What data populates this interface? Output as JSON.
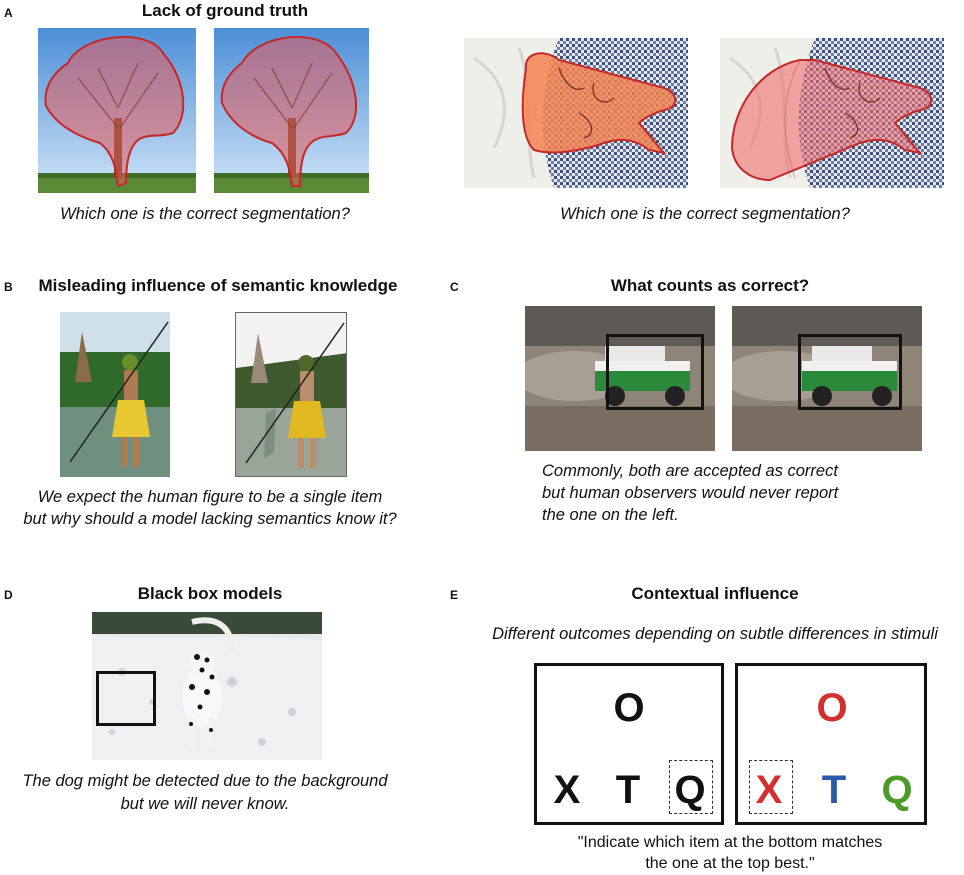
{
  "panel_a": {
    "letter": "A",
    "title": "Lack of ground truth",
    "caption_left": "Which one is the correct segmentation?",
    "caption_right": "Which one is the correct segmentation?"
  },
  "panel_b": {
    "letter": "B",
    "title": "Misleading influence of semantic knowledge",
    "caption_line1": "We expect the human figure to be a single item",
    "caption_line2": "but why should a model lacking semantics know it?"
  },
  "panel_c": {
    "letter": "C",
    "title": "What counts as correct?",
    "caption_line1": "Commonly, both are accepted as correct",
    "caption_line2": "but human observers would never report",
    "caption_line3": "the one on the left."
  },
  "panel_d": {
    "letter": "D",
    "title": "Black box models",
    "caption_line1": "The dog might be detected due to the background",
    "caption_line2": "but we will never know."
  },
  "panel_e": {
    "letter": "E",
    "title": "Contextual influence",
    "subtitle": "Different outcomes depending on subtle differences in stimuli",
    "left_box": {
      "top": "O",
      "bottom": [
        "X",
        "T",
        "Q"
      ]
    },
    "right_box": {
      "top": "O",
      "bottom": [
        "X",
        "T",
        "Q"
      ]
    },
    "quote_line1": "\"Indicate which item at the bottom matches",
    "quote_line2": "the one at the top best.\""
  },
  "colors": {
    "segmentation": "#e85a5a",
    "letter_red": "#d32f2f",
    "letter_blue": "#2a5aa8",
    "letter_green": "#4c9a2a",
    "black": "#111111"
  }
}
